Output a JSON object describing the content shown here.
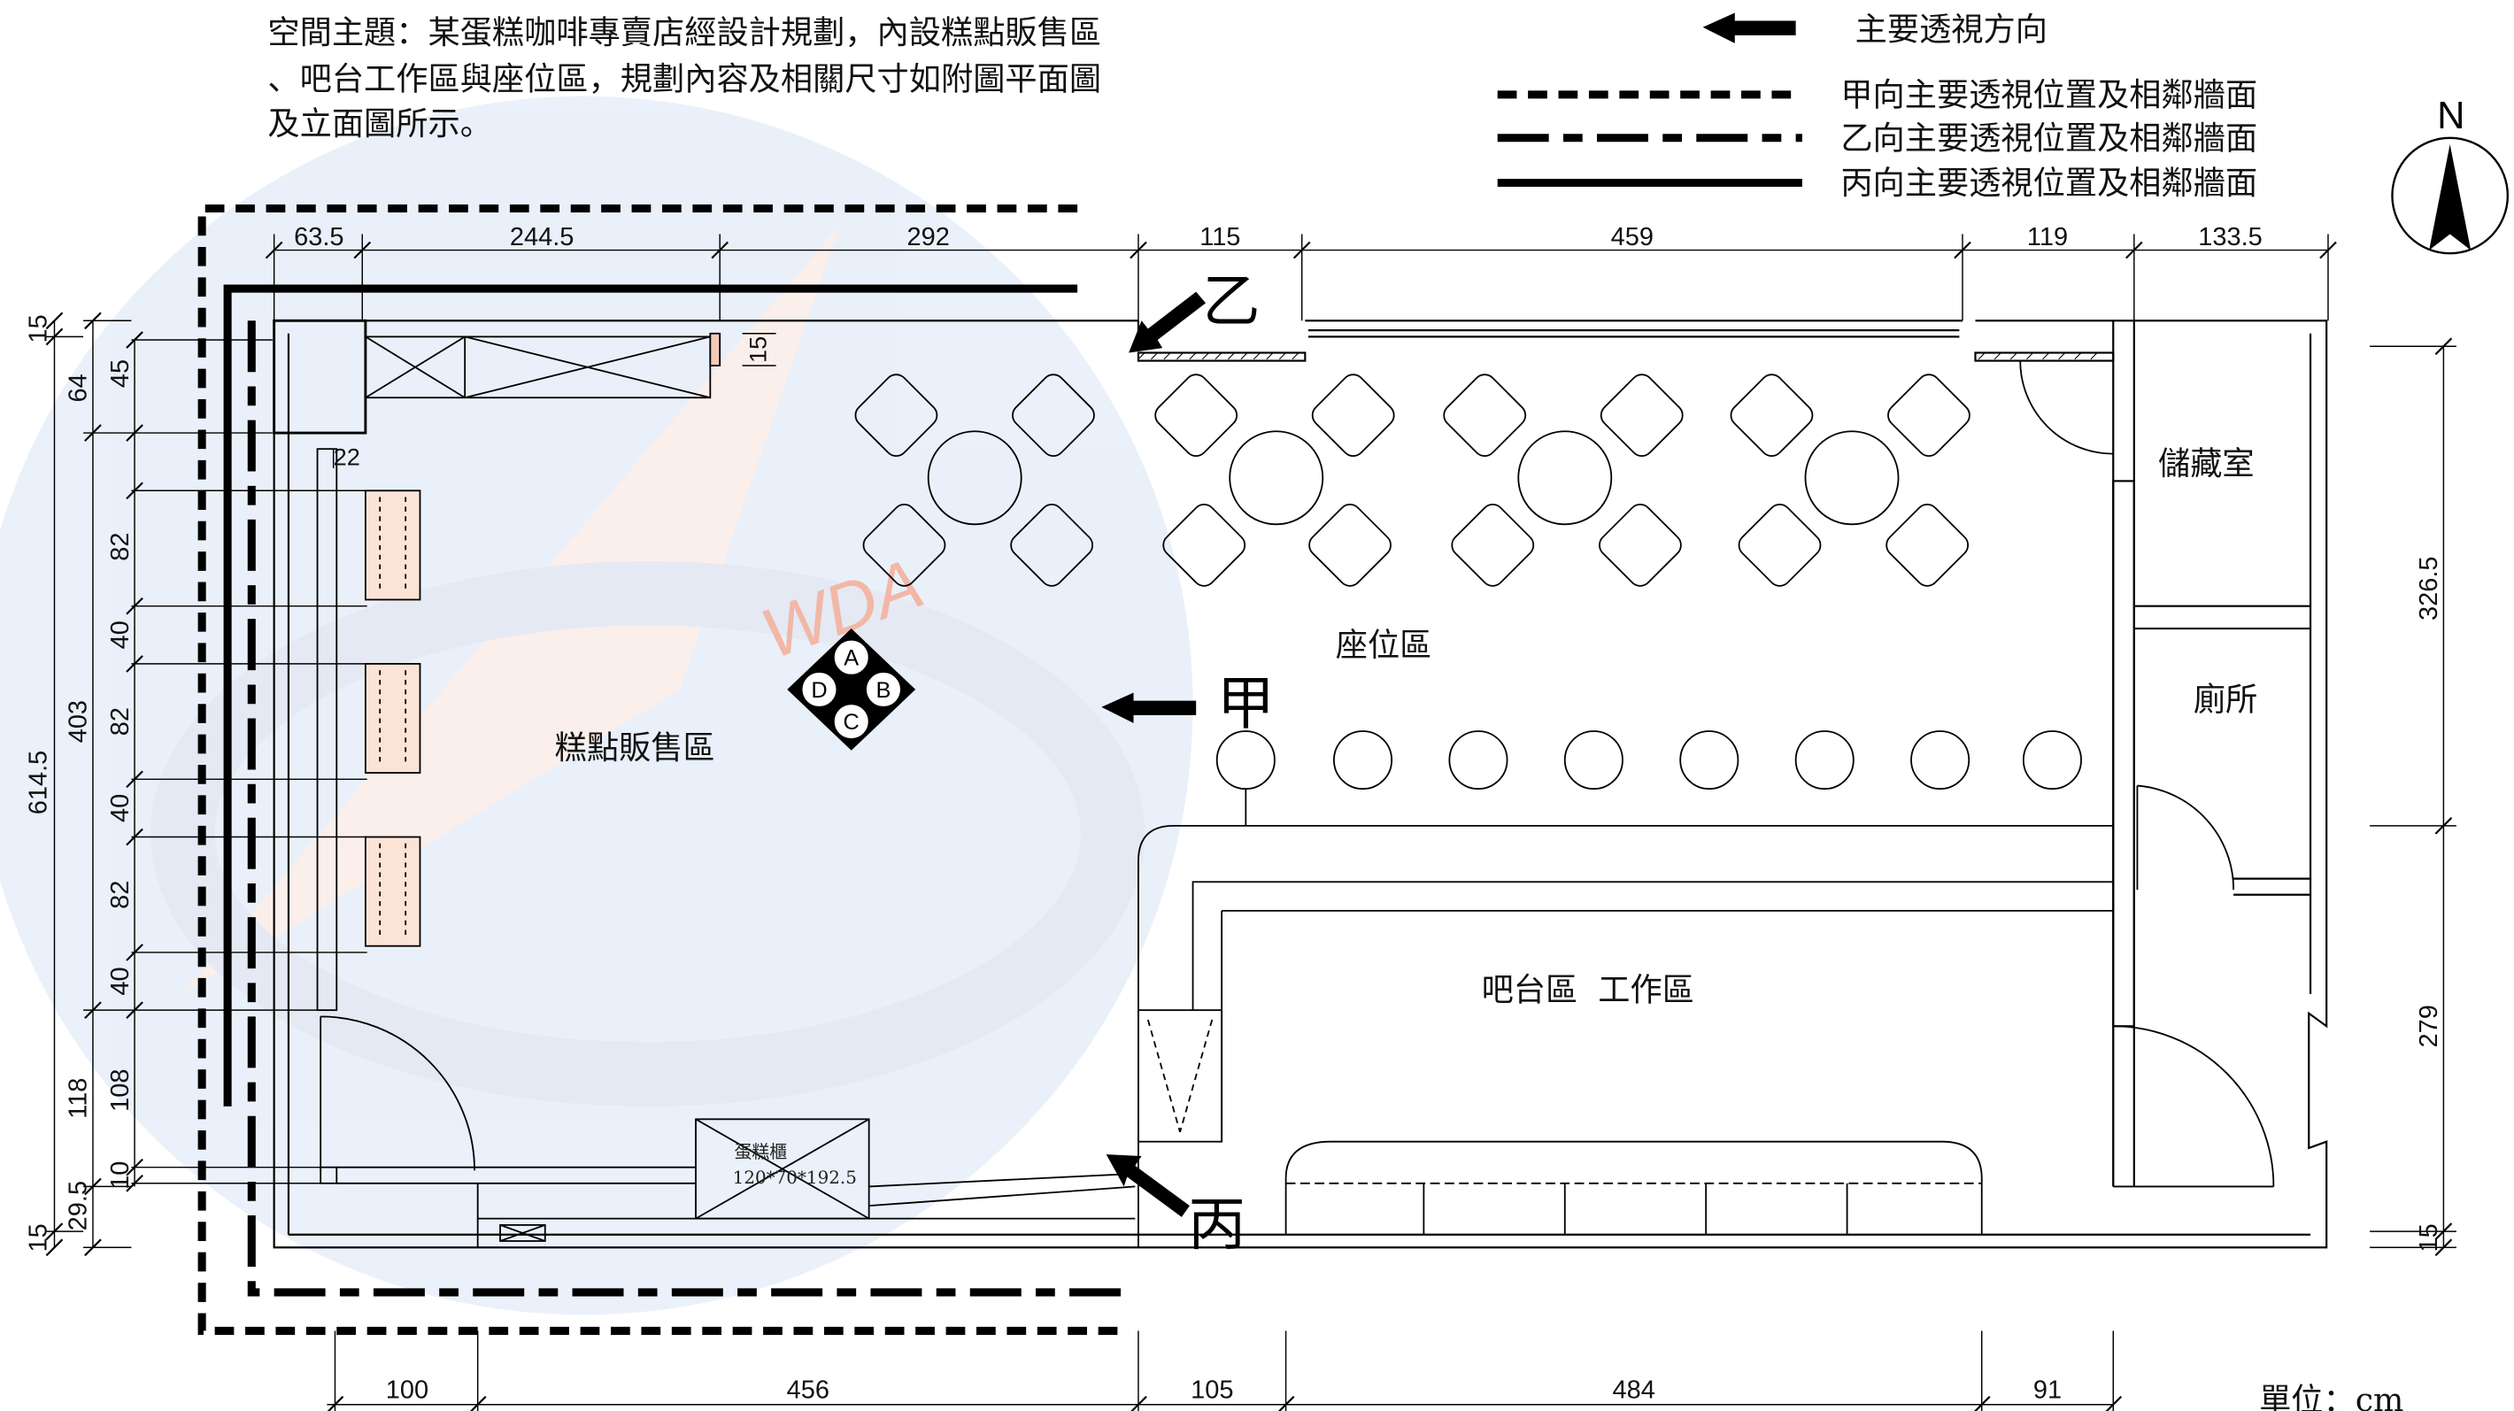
{
  "description": {
    "lines": [
      "空間主題：某蛋糕咖啡專賣店經設計規劃，內設糕點販售區",
      "、吧台工作區與座位區，規劃內容及相關尺寸如附圖平面圖",
      "及立面圖所示。"
    ]
  },
  "legend": {
    "arrow_label": "主要透視方向",
    "items": [
      {
        "style": "dashed",
        "label": "甲向主要透視位置及相鄰牆面"
      },
      {
        "style": "dash-dot",
        "label": "乙向主要透視位置及相鄰牆面"
      },
      {
        "style": "solid",
        "label": "丙向主要透視位置及相鄰牆面"
      }
    ]
  },
  "north_label": "N",
  "rooms": {
    "sales": "糕點販售區",
    "seating": "座位區",
    "bar": "吧台區  工作區",
    "storage": "儲藏室",
    "toilet": "廁所"
  },
  "view_markers": {
    "jia": "甲",
    "yi": "乙",
    "bing": "丙"
  },
  "cake_cabinet": {
    "name": "蛋糕櫃",
    "size": "120*70*192.5"
  },
  "compass_rose": {
    "a": "A",
    "b": "B",
    "c": "C",
    "d": "D"
  },
  "watermark": "WDA",
  "dimensions": {
    "top": [
      "63.5",
      "244.5",
      "292",
      "115",
      "459",
      "119",
      "133.5"
    ],
    "bottom": [
      "100",
      "456",
      "105",
      "484",
      "91"
    ],
    "left_inner": [
      "45",
      "82",
      "40",
      "82",
      "40",
      "82",
      "40",
      "108",
      "10"
    ],
    "left_mid": [
      "64",
      "403",
      "118",
      "29.5"
    ],
    "left_outer": [
      "15",
      "614.5",
      "15"
    ],
    "right": [
      "326.5",
      "279",
      "15"
    ],
    "misc": {
      "shelf_gap": "22",
      "beam": "15"
    }
  },
  "unit": "單位：cm"
}
